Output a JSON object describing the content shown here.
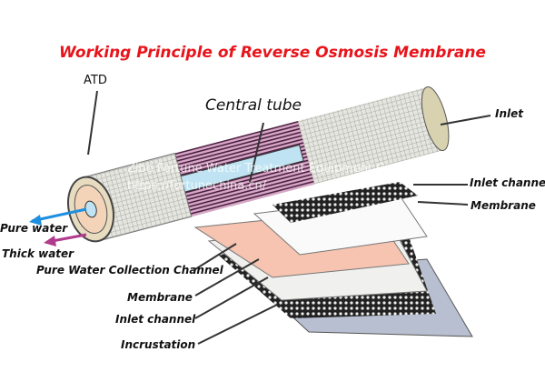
{
  "title": "Working Principle of Reverse Osmosis Membrane",
  "labels": {
    "atd": "ATD",
    "central_tube": "Central tube",
    "inlet": "Inlet",
    "inlet_channel_right": "Inlet channe",
    "membrane_right": "Membrane",
    "pure_water": "Pure water",
    "thick_water": "Thick water",
    "pure_water_collection": "Pure Water Collection Channel",
    "membrane_left": "Membrane",
    "inlet_channel_left": "Inlet channel",
    "incrustation": "Incrustation"
  },
  "watermark": {
    "line1": "Zibo Fortune Water Treatment Equipment Co., Ltd",
    "line2": "https://fortunechina.cn/"
  },
  "colors": {
    "title": "#e8141b",
    "pure_water_arrow": "#1e8fe0",
    "thick_water_arrow": "#b03a8c",
    "membrane_wrap": "#7a3a6a"
  }
}
